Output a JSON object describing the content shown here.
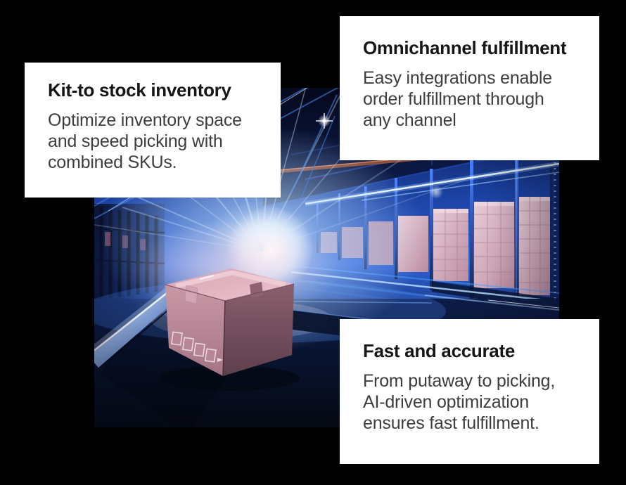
{
  "page": {
    "background_color": "#000000"
  },
  "hero": {
    "cards": [
      {
        "title": "Kit-to stock inventory",
        "body_lines": [
          "Optimize inventory space",
          "and speed picking with",
          "combined SKUs."
        ]
      },
      {
        "title": "Omnichannel fulfillment",
        "body_lines": [
          "Easy integrations enable",
          "order fulfillment through",
          "any channel"
        ]
      },
      {
        "title": "Fast and accurate",
        "body_lines": [
          "From putaway to picking,",
          "AI-driven optimization",
          "ensures fast fulfillment."
        ]
      }
    ],
    "image": {
      "description": "Futuristic warehouse aisle bathed in neon blue light: a roller conveyor carries a pink cardboard box past racks stacked with palletized boxes, with light streaks and a bright glow burst",
      "palette": {
        "neon_blue": "#2458d8",
        "deep_navy": "#070c1e",
        "light_streak": "#bfe0ff",
        "glow_white": "#ffffff",
        "box_pink_top": "#e2b3c0",
        "box_pink_side": "#c090a0",
        "box_dark_mauve": "#5e3f4d",
        "rack_box_pink": "#cfa3b3",
        "accent_orange": "#b45a30"
      }
    },
    "card_style": {
      "background": "#ffffff",
      "title_color": "#161616",
      "body_color": "#3d3d3d"
    }
  }
}
